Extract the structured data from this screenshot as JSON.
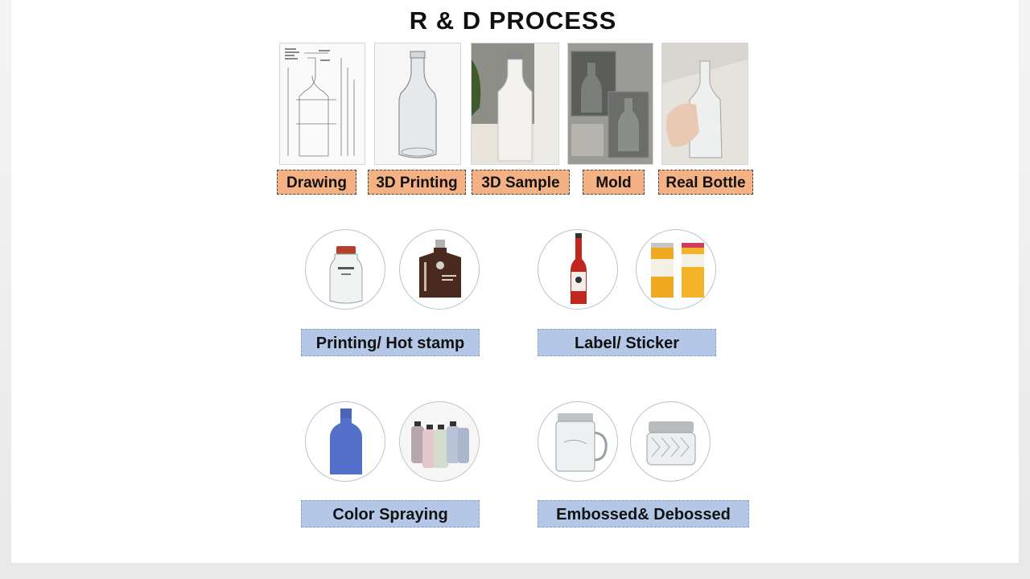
{
  "title": "R & D  PROCESS",
  "process_steps": [
    {
      "label": "Drawing",
      "icon": "technical-drawing-image"
    },
    {
      "label": "3D Printing",
      "icon": "clear-bottle-image"
    },
    {
      "label": "3D Sample",
      "icon": "white-sample-bottle-image"
    },
    {
      "label": "Mold",
      "icon": "bottle-mold-image"
    },
    {
      "label": "Real Bottle",
      "icon": "hand-holding-bottle-image"
    }
  ],
  "decoration_methods": [
    {
      "label": "Printing/ Hot stamp",
      "icons": [
        "printed-jar-image",
        "coffee-bottle-image"
      ]
    },
    {
      "label": "Label/ Sticker",
      "icons": [
        "hot-sauce-bottle-image",
        "honey-jars-image"
      ]
    },
    {
      "label": "Color Spraying",
      "icons": [
        "blue-bottle-image",
        "pastel-bottles-image"
      ]
    },
    {
      "label": "Embossed& Debossed",
      "icons": [
        "mason-mug-image",
        "crystal-jar-image"
      ]
    }
  ],
  "colors": {
    "orange_tag": "#f4b183",
    "blue_tag": "#b4c7e7"
  }
}
